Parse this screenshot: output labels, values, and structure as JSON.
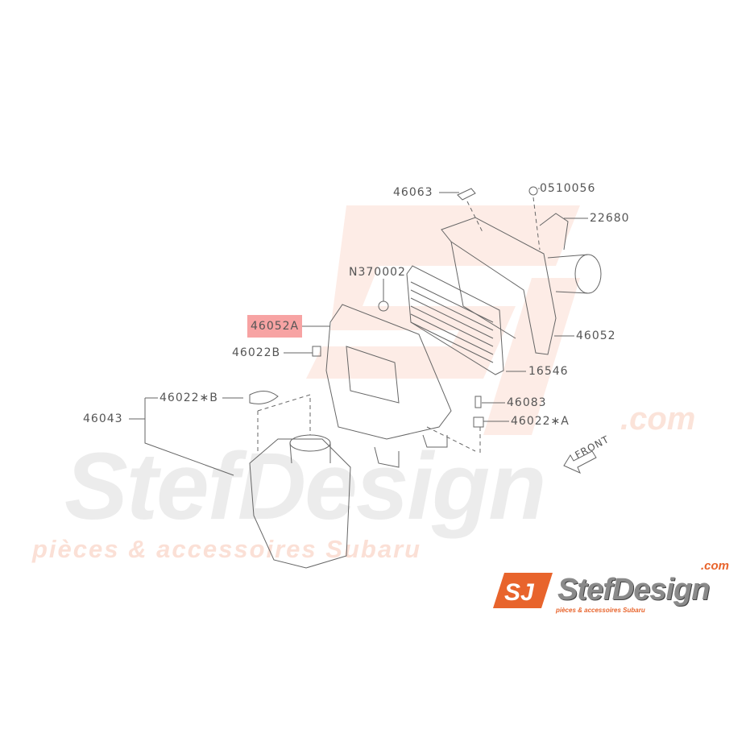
{
  "labels": {
    "l46063": "46063",
    "l0510056": "0510056",
    "l22680": "22680",
    "lN370002": "N370002",
    "l46052A": "46052A",
    "l46052": "46052",
    "l46022B": "46022B",
    "l16546": "16546",
    "l46022starB": "46022∗B",
    "l46043": "46043",
    "l46083": "46083",
    "l46022starA": "46022∗A",
    "front": "FRONT"
  },
  "highlight_color": "#f7a3a3",
  "watermark": {
    "name": "StefDesign",
    "domain": ".com",
    "tagline": "pièces & accessoires Subaru"
  },
  "logo": {
    "mark": "SJ",
    "name": "StefDesign",
    "domain": ".com",
    "tagline": "pièces & accessoires Subaru",
    "accent": "#e8642c"
  }
}
